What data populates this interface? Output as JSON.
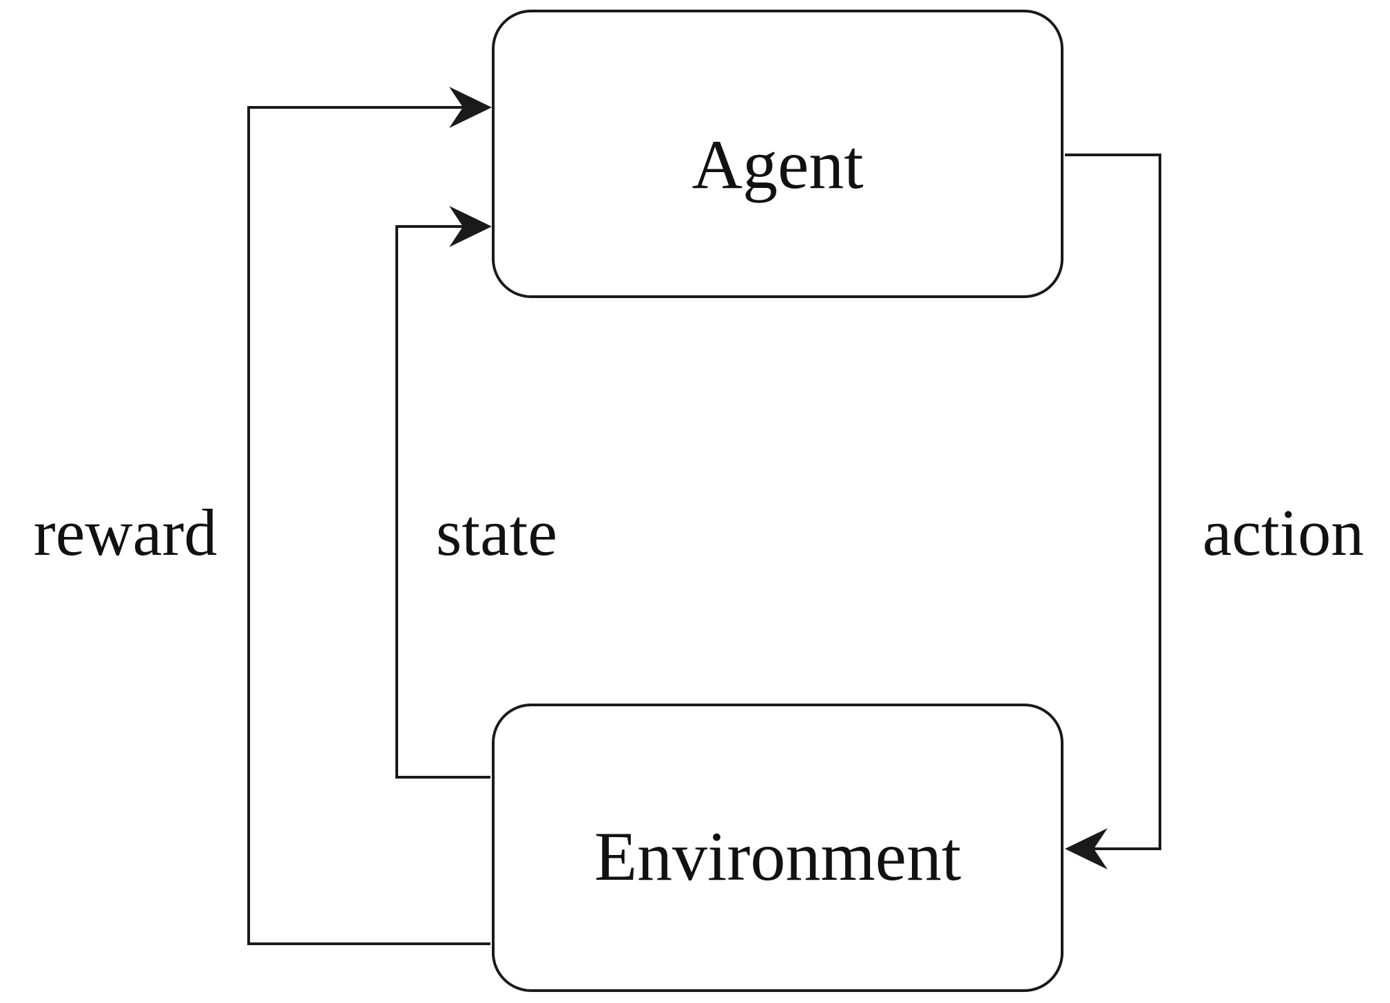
{
  "diagram": {
    "nodes": {
      "agent": {
        "label": "Agent"
      },
      "environment": {
        "label": "Environment"
      }
    },
    "edges": {
      "reward": {
        "label": "reward",
        "from": "environment",
        "to": "agent"
      },
      "state": {
        "label": "state",
        "from": "environment",
        "to": "agent"
      },
      "action": {
        "label": "action",
        "from": "agent",
        "to": "environment"
      }
    }
  }
}
